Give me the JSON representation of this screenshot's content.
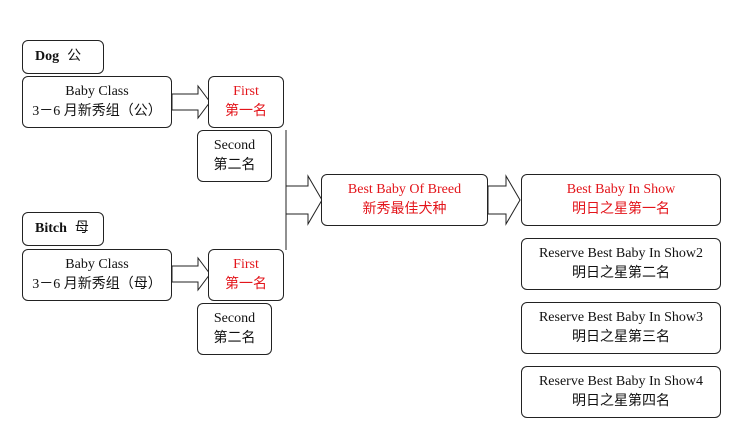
{
  "dog": {
    "header": {
      "label": "Dog",
      "gender": "公"
    },
    "class": {
      "line1": "Baby Class",
      "line2": "3－6 月新秀组（公）"
    },
    "first": {
      "line1": "First",
      "line2": "第一名"
    },
    "second": {
      "line1": "Second",
      "line2": "第二名"
    }
  },
  "bitch": {
    "header": {
      "label": "Bitch",
      "gender": "母"
    },
    "class": {
      "line1": "Baby Class",
      "line2": "3－6 月新秀组（母）"
    },
    "first": {
      "line1": "First",
      "line2": "第一名"
    },
    "second": {
      "line1": "Second",
      "line2": "第二名"
    }
  },
  "best_baby_of_breed": {
    "line1": "Best Baby Of Breed",
    "line2": "新秀最佳犬种"
  },
  "show": {
    "best": {
      "line1": "Best Baby In Show",
      "line2": "明日之星第一名"
    },
    "reserve2": {
      "line1": "Reserve Best Baby In Show2",
      "line2": "明日之星第二名"
    },
    "reserve3": {
      "line1": "Reserve Best Baby In Show3",
      "line2": "明日之星第三名"
    },
    "reserve4": {
      "line1": "Reserve Best Baby In Show4",
      "line2": "明日之星第四名"
    }
  },
  "colors": {
    "highlight": "#e3151b",
    "border": "#222222"
  }
}
